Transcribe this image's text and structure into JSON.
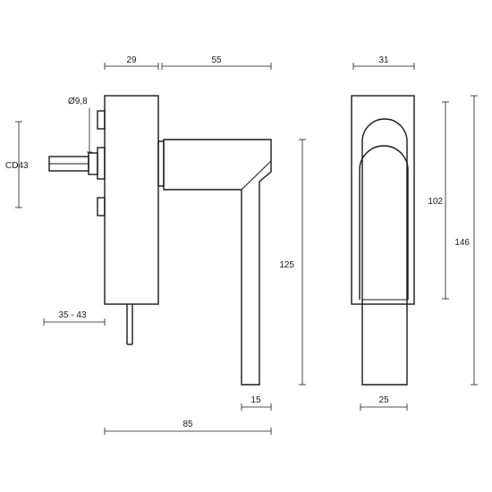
{
  "drawing": {
    "dimensions": {
      "body_width": "29",
      "arm_length": "55",
      "spindle_diameter": "Ø9,8",
      "screw_spacing": "CD43",
      "spindle_length": "35 - 43",
      "total_width": "85",
      "handle_height": "125",
      "grip_width": "15",
      "rose_width": "31",
      "rose_recess_height": "102",
      "rose_height": "146",
      "rose_grip_width": "25"
    }
  }
}
